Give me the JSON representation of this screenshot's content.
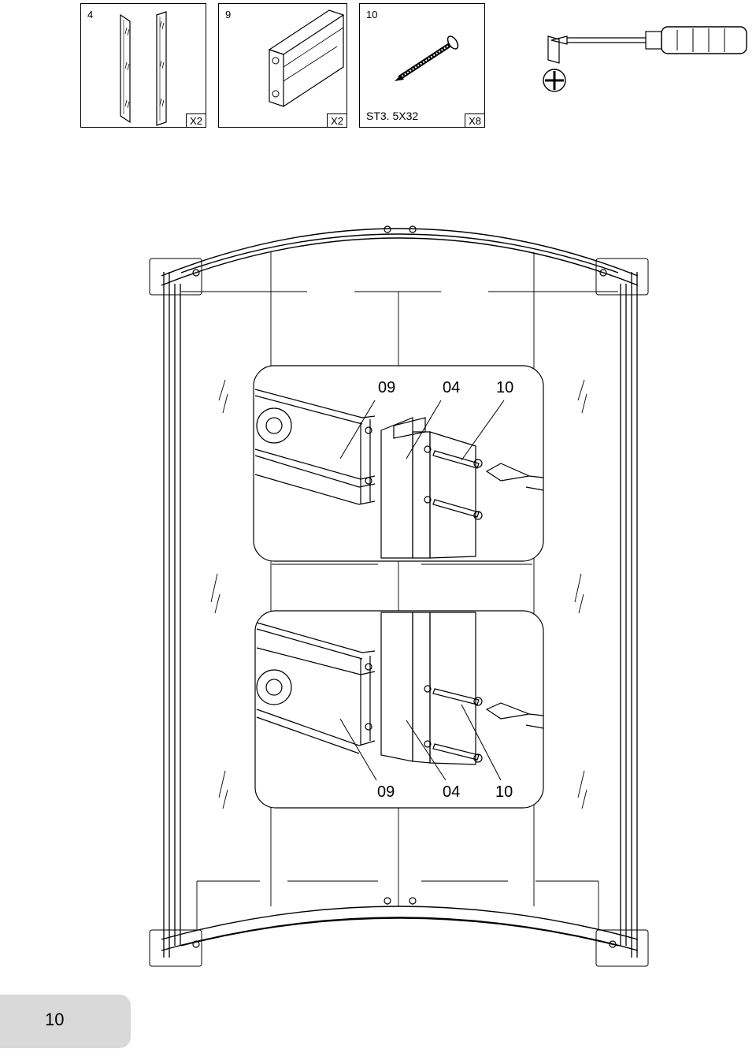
{
  "parts": [
    {
      "number": "4",
      "quantity": "X2",
      "spec": ""
    },
    {
      "number": "9",
      "quantity": "X2",
      "spec": ""
    },
    {
      "number": "10",
      "quantity": "X8",
      "spec": "ST3. 5X32"
    }
  ],
  "callouts_top": [
    "09",
    "04",
    "10"
  ],
  "callouts_bottom": [
    "09",
    "04",
    "10"
  ],
  "tool": "screwdriver-icon",
  "page_number": "10"
}
